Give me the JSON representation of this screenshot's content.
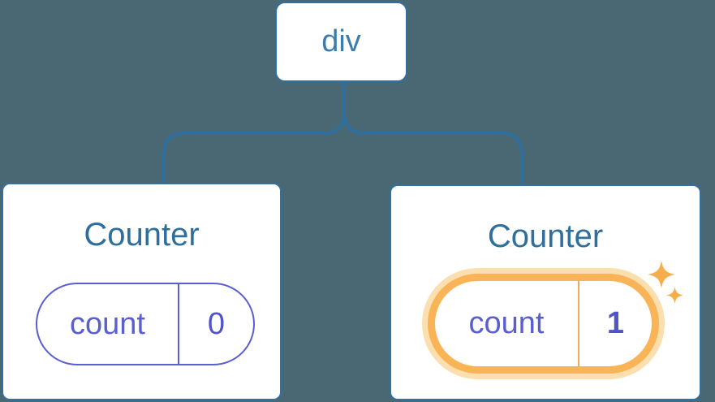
{
  "diagram": {
    "description": "React component tree: a div root with two Counter children; the second Counter's state was updated",
    "root": {
      "label": "div"
    },
    "children": [
      {
        "title": "Counter",
        "state": {
          "key": "count",
          "value": "0"
        },
        "highlighted": false
      },
      {
        "title": "Counter",
        "state": {
          "key": "count",
          "value": "1"
        },
        "highlighted": true
      }
    ]
  },
  "icons": {
    "sparkle_large": "sparkle-icon",
    "sparkle_small": "sparkle-icon"
  },
  "colors": {
    "background": "#4a6873",
    "node_border": "#30719f",
    "node_text": "#3b7dac",
    "title_text": "#2f6f9c",
    "connector": "#2e6f9e",
    "state_accent": "#5a5ed0",
    "state_value": "#5154c8",
    "highlight_ring": "#f8b456",
    "highlight_halo": "#fcdfae",
    "highlight_divider": "#f3ab52",
    "sparkle": "#f6ad4b",
    "card_bg": "#ffffff"
  }
}
